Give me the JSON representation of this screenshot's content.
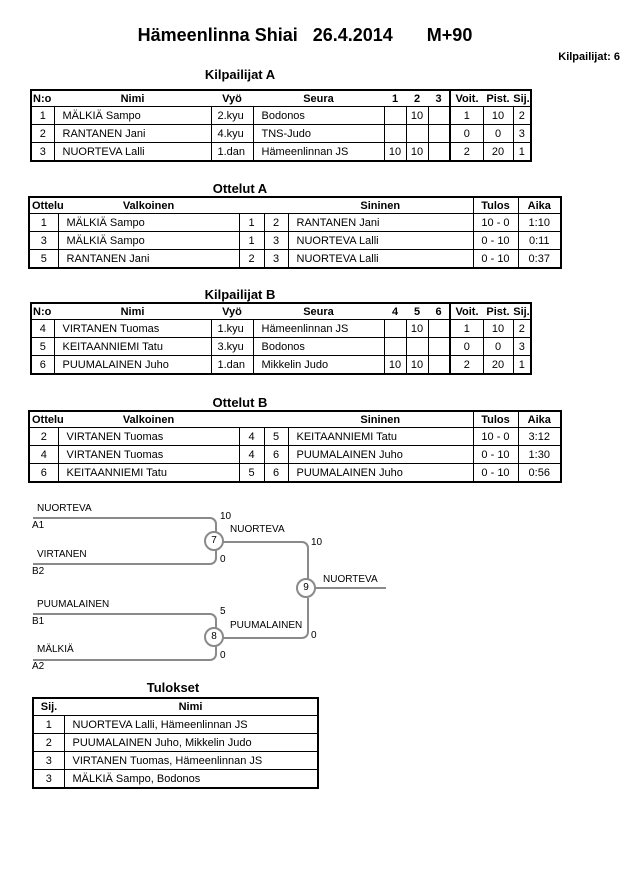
{
  "page": {
    "title": {
      "event": "Hämeenlinna Shiai",
      "date": "26.4.2014",
      "category": "M+90"
    },
    "participants_label": "Kilpailijat: 6"
  },
  "sections": {
    "kilpailijat_a": {
      "title": "Kilpailijat A",
      "columns": [
        "N:o",
        "Nimi",
        "Vyö",
        "Seura",
        "1",
        "2",
        "3",
        "Voit.",
        "Pist.",
        "Sij."
      ],
      "rows": [
        [
          "1",
          "MÄLKIÄ Sampo",
          "2.kyu",
          "Bodonos",
          "",
          "10",
          "",
          "1",
          "10",
          "2"
        ],
        [
          "2",
          "RANTANEN Jani",
          "4.kyu",
          "TNS-Judo",
          "",
          "",
          "",
          "0",
          "0",
          "3"
        ],
        [
          "3",
          "NUORTEVA Lalli",
          "1.dan",
          "Hämeenlinnan JS",
          "10",
          "10",
          "",
          "2",
          "20",
          "1"
        ]
      ]
    },
    "ottelut_a": {
      "title": "Ottelut A",
      "columns": [
        "Ottelu",
        "Valkoinen",
        "",
        "",
        "Sininen",
        "Tulos",
        "Aika"
      ],
      "rows": [
        [
          "1",
          "MÄLKIÄ Sampo",
          "1",
          "2",
          "RANTANEN Jani",
          "10 - 0",
          "1:10"
        ],
        [
          "3",
          "MÄLKIÄ Sampo",
          "1",
          "3",
          "NUORTEVA Lalli",
          "0 - 10",
          "0:11"
        ],
        [
          "5",
          "RANTANEN Jani",
          "2",
          "3",
          "NUORTEVA Lalli",
          "0 - 10",
          "0:37"
        ]
      ]
    },
    "kilpailijat_b": {
      "title": "Kilpailijat B",
      "columns": [
        "N:o",
        "Nimi",
        "Vyö",
        "Seura",
        "4",
        "5",
        "6",
        "Voit.",
        "Pist.",
        "Sij."
      ],
      "rows": [
        [
          "4",
          "VIRTANEN Tuomas",
          "1.kyu",
          "Hämeenlinnan JS",
          "",
          "10",
          "",
          "1",
          "10",
          "2"
        ],
        [
          "5",
          "KEITAANNIEMI Tatu",
          "3.kyu",
          "Bodonos",
          "",
          "",
          "",
          "0",
          "0",
          "3"
        ],
        [
          "6",
          "PUUMALAINEN Juho",
          "1.dan",
          "Mikkelin Judo",
          "10",
          "10",
          "",
          "2",
          "20",
          "1"
        ]
      ]
    },
    "ottelut_b": {
      "title": "Ottelut B",
      "columns": [
        "Ottelu",
        "Valkoinen",
        "",
        "",
        "Sininen",
        "Tulos",
        "Aika"
      ],
      "rows": [
        [
          "2",
          "VIRTANEN Tuomas",
          "4",
          "5",
          "KEITAANNIEMI Tatu",
          "10 - 0",
          "3:12"
        ],
        [
          "4",
          "VIRTANEN Tuomas",
          "4",
          "6",
          "PUUMALAINEN Juho",
          "0 - 10",
          "1:30"
        ],
        [
          "6",
          "KEITAANNIEMI Tatu",
          "5",
          "6",
          "PUUMALAINEN Juho",
          "0 - 10",
          "0:56"
        ]
      ]
    },
    "tulokset": {
      "title": "Tulokset",
      "columns": [
        "Sij.",
        "Nimi"
      ],
      "rows": [
        [
          "1",
          "NUORTEVA Lalli, Hämeenlinnan JS"
        ],
        [
          "2",
          "PUUMALAINEN Juho, Mikkelin Judo"
        ],
        [
          "3",
          "VIRTANEN Tuomas, Hämeenlinnan JS"
        ],
        [
          "3",
          "MÄLKIÄ Sampo, Bodonos"
        ]
      ]
    }
  },
  "bracket": {
    "semifinal_1": {
      "number": "7",
      "top_name": "NUORTEVA",
      "top_seed": "A1",
      "top_score": "10",
      "bottom_name": "VIRTANEN",
      "bottom_seed": "B2",
      "bottom_score": "0",
      "winner_name": "NUORTEVA",
      "winner_score": "10"
    },
    "semifinal_2": {
      "number": "8",
      "top_name": "PUUMALAINEN",
      "top_seed": "B1",
      "top_score": "5",
      "bottom_name": "MÄLKIÄ",
      "bottom_seed": "A2",
      "bottom_score": "0",
      "winner_name": "PUUMALAINEN",
      "winner_score": "0"
    },
    "final": {
      "number": "9",
      "winner_name": "NUORTEVA"
    }
  },
  "colors": {
    "background": "#ffffff",
    "text": "#000000",
    "table_border": "#000000",
    "bracket_line": "#8a8a8a"
  }
}
